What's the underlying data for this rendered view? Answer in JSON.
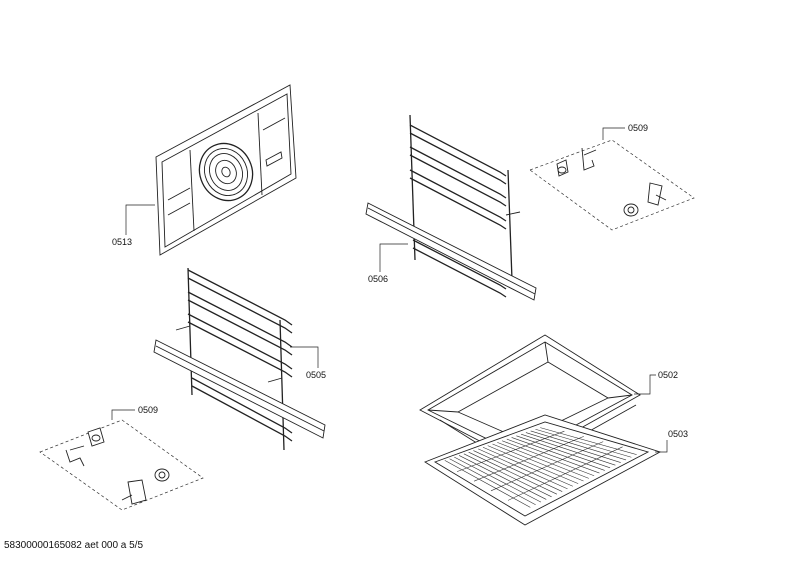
{
  "parts": {
    "fan_panel": "0513",
    "rack_right": "0506",
    "clips_right": "0509",
    "rack_left": "0505",
    "clips_left": "0509",
    "tray": "0502",
    "grid_shelf": "0503"
  },
  "footer": "58300000165082 aet 000 a 5/5"
}
